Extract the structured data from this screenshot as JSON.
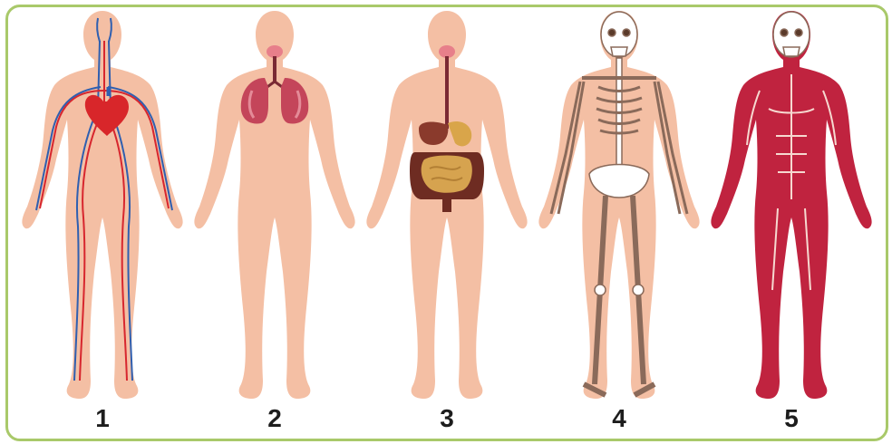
{
  "figures": [
    {
      "label": "1",
      "system": "circulatory"
    },
    {
      "label": "2",
      "system": "respiratory"
    },
    {
      "label": "3",
      "system": "digestive"
    },
    {
      "label": "4",
      "system": "skeletal"
    },
    {
      "label": "5",
      "system": "muscular"
    }
  ],
  "colors": {
    "skin": "#f4bfa4",
    "frame": "#a9c96a",
    "artery": "#d7262e",
    "vein": "#2f5fb0",
    "heart": "#d8262a",
    "lung": "#c4455a",
    "liver": "#8a3a2c",
    "stomach": "#d9a54a",
    "intestine": "#6e2c22",
    "small_intestine": "#d6a34f",
    "bone": "#ffffff",
    "bone_outline": "#8a6a5a",
    "muscle": "#c0233f"
  }
}
